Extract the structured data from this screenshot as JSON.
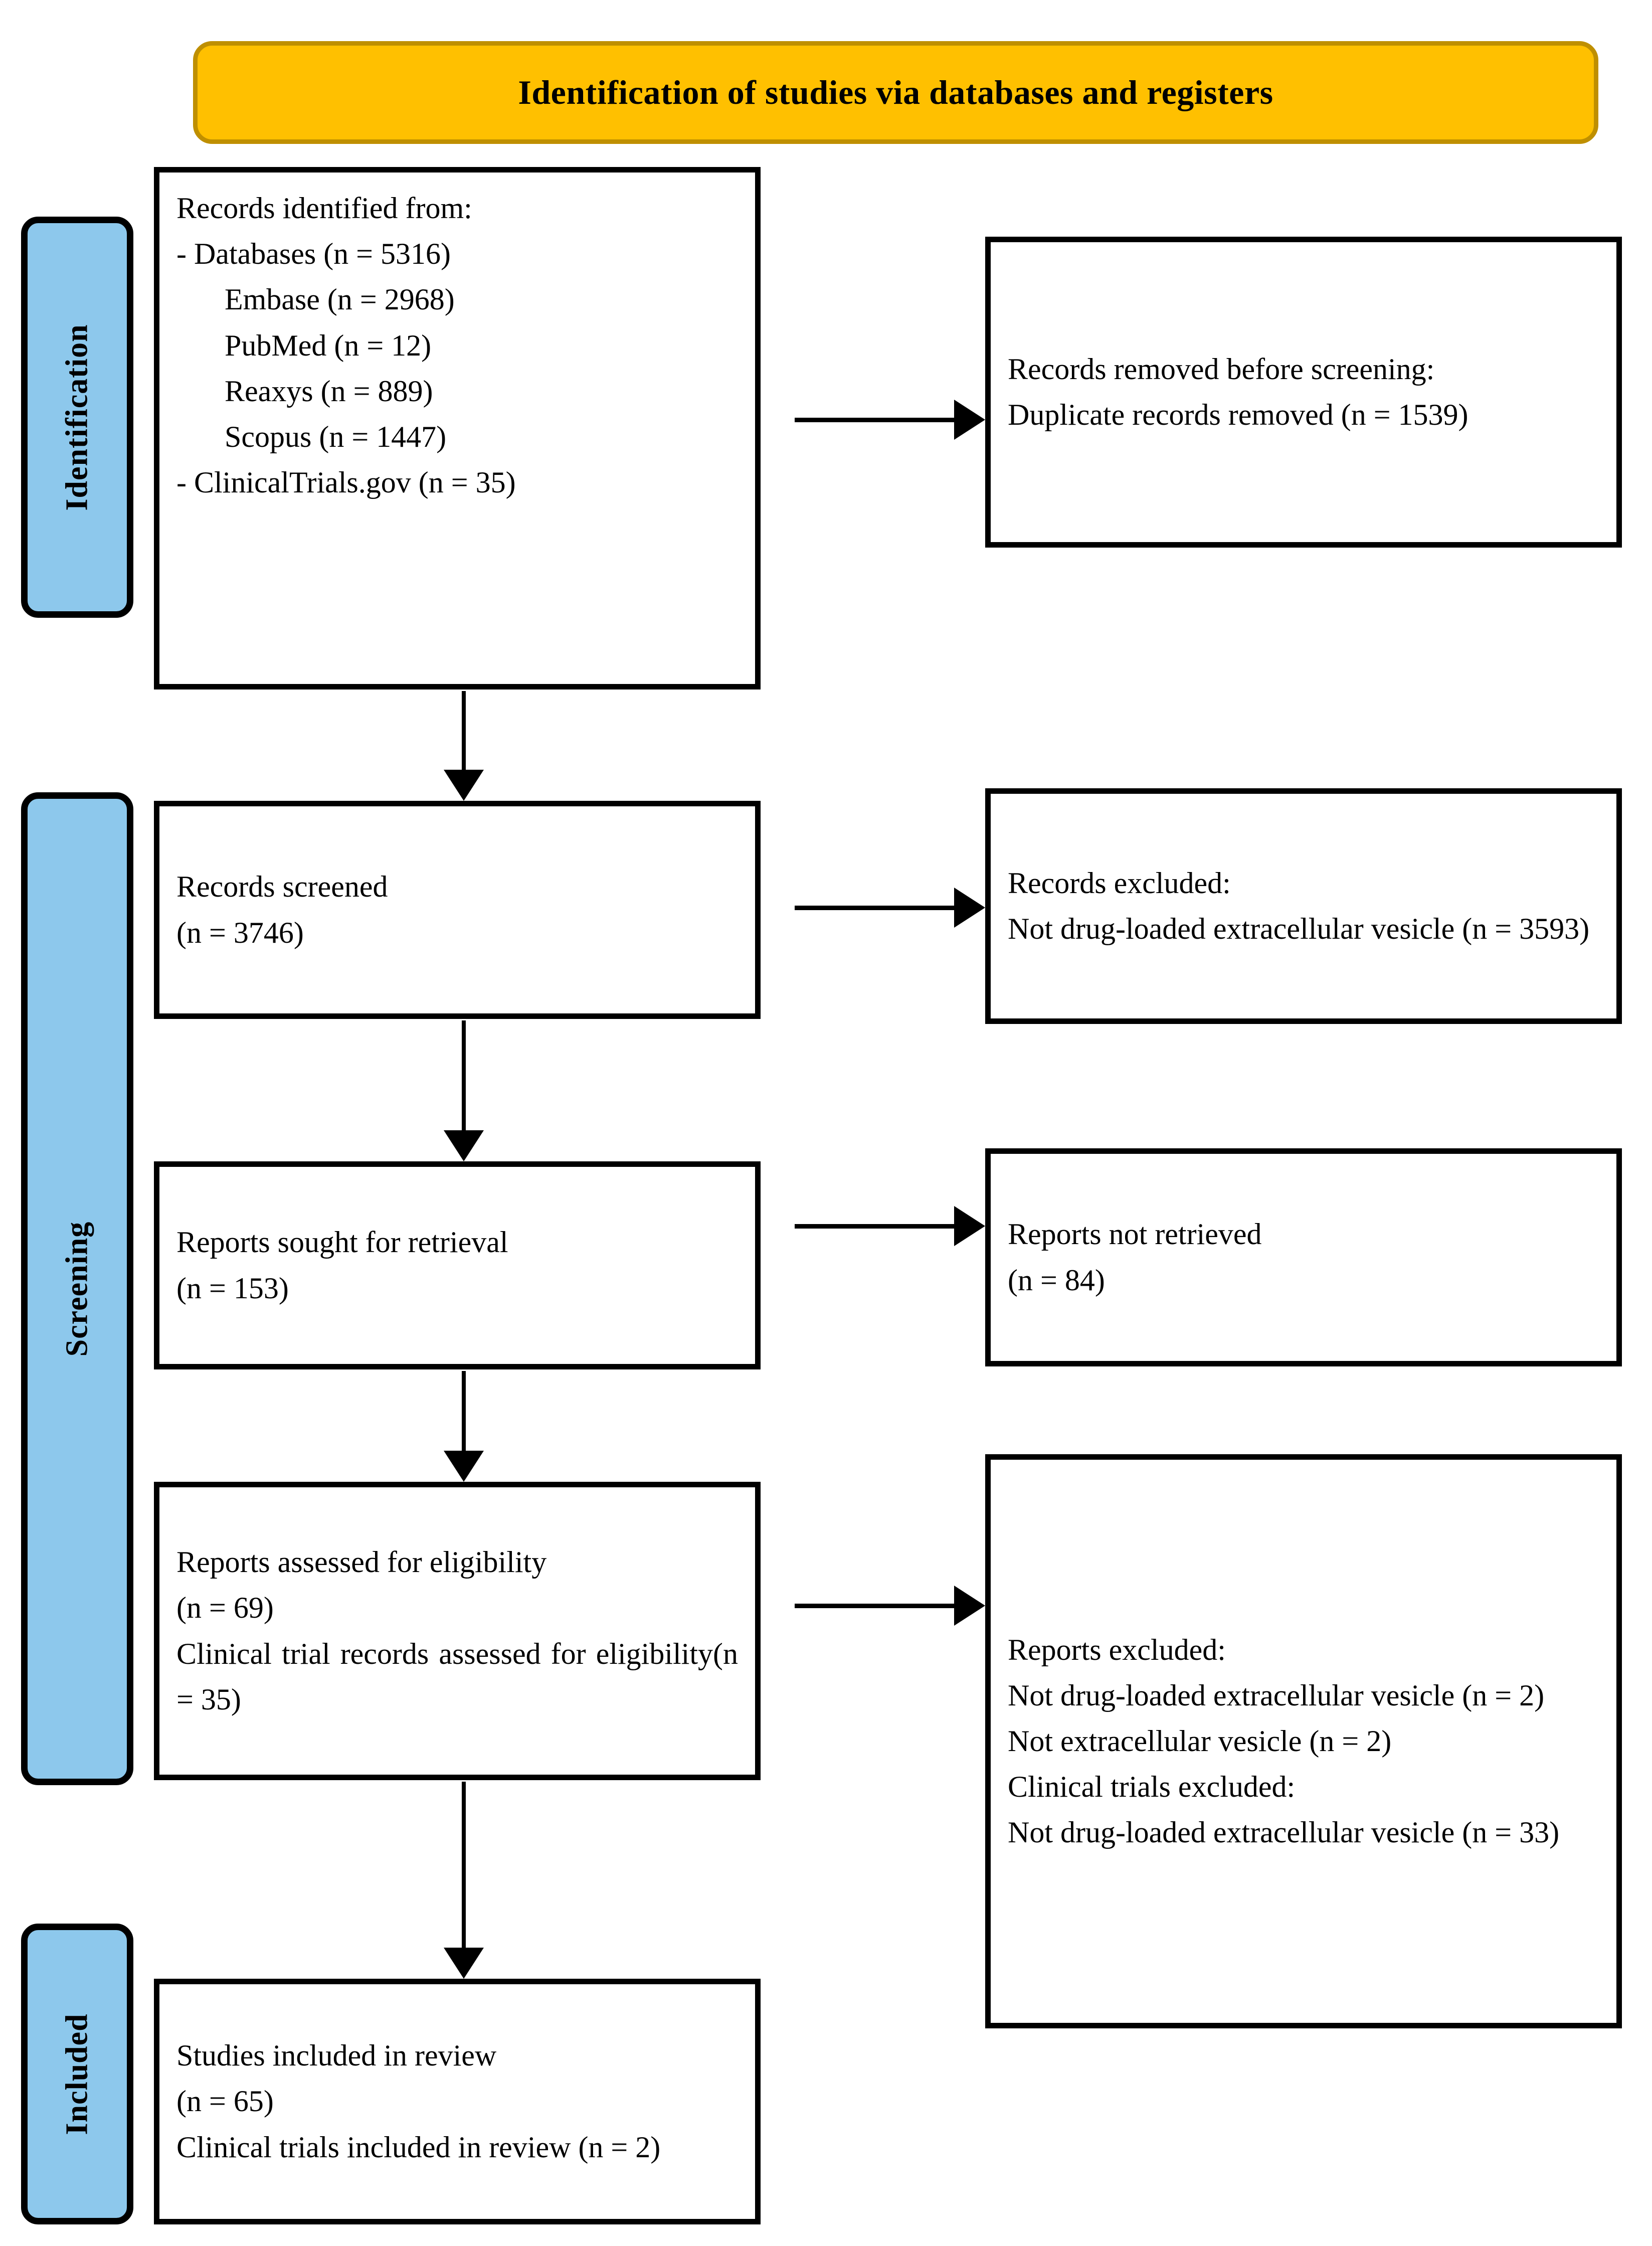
{
  "title": {
    "text": "Identification of studies via databases and registers",
    "fill_color": "#FFC000",
    "border_color": "#BF8F00"
  },
  "stages": {
    "fill_color": "#8DC8EC",
    "identification": "Identification",
    "screening": "Screening",
    "included": "Included"
  },
  "boxes": {
    "records_identified": {
      "heading": "Records identified from:",
      "line_databases": "- Databases (n = 5316)",
      "line_embase": "Embase (n = 2968)",
      "line_pubmed": "PubMed (n = 12)",
      "line_reaxys": "Reaxys (n = 889)",
      "line_scopus": "Scopus (n = 1447)",
      "line_clinicaltrials": "- ClinicalTrials.gov (n = 35)"
    },
    "records_removed": {
      "heading": "Records removed before screening:",
      "line_duplicates": "Duplicate records removed (n = 1539)"
    },
    "records_screened": {
      "heading": "Records screened",
      "count": "(n = 3746)"
    },
    "records_excluded": {
      "heading": "Records excluded:",
      "reason": "Not drug-loaded extracellular vesicle (n = 3593)"
    },
    "reports_sought": {
      "heading": "Reports sought for retrieval",
      "count": "(n = 153)"
    },
    "reports_not_retrieved": {
      "heading": "Reports not retrieved",
      "count": "(n = 84)"
    },
    "reports_assessed": {
      "heading": "Reports assessed for eligibility",
      "count": "(n = 69)",
      "clinical_line": "Clinical trial records assessed for eligibility(n = 35)"
    },
    "reports_excluded": {
      "heading": "Reports excluded:",
      "reason_1": "Not drug-loaded extracellular vesicle (n = 2)",
      "reason_2": "Not extracellular vesicle (n = 2)",
      "clinical_heading": "Clinical trials excluded:",
      "clinical_reason": "Not drug-loaded extracellular vesicle (n = 33)"
    },
    "studies_included": {
      "heading": "Studies included in review",
      "count": "(n = 65)",
      "clinical_line": "Clinical trials included in review (n = 2)"
    }
  },
  "chart_data": {
    "type": "diagram",
    "diagram_kind": "PRISMA 2020 flow diagram",
    "title": "Identification of studies via databases and registers",
    "stages": [
      "Identification",
      "Screening",
      "Included"
    ],
    "nodes": [
      {
        "id": "records_identified",
        "stage": "Identification",
        "column": "left",
        "counts": {
          "databases_total": 5316,
          "embase": 2968,
          "pubmed": 12,
          "reaxys": 889,
          "scopus": 1447,
          "clinicaltrials_gov": 35
        }
      },
      {
        "id": "records_removed",
        "stage": "Identification",
        "column": "right",
        "counts": {
          "duplicate_records_removed": 1539
        }
      },
      {
        "id": "records_screened",
        "stage": "Screening",
        "column": "left",
        "counts": {
          "n": 3746
        }
      },
      {
        "id": "records_excluded",
        "stage": "Screening",
        "column": "right",
        "counts": {
          "not_drug_loaded_extracellular_vesicle": 3593
        }
      },
      {
        "id": "reports_sought",
        "stage": "Screening",
        "column": "left",
        "counts": {
          "n": 153
        }
      },
      {
        "id": "reports_not_retrieved",
        "stage": "Screening",
        "column": "right",
        "counts": {
          "n": 84
        }
      },
      {
        "id": "reports_assessed",
        "stage": "Screening",
        "column": "left",
        "counts": {
          "reports": 69,
          "clinical_trial_records": 35
        }
      },
      {
        "id": "reports_excluded",
        "stage": "Screening",
        "column": "right",
        "counts": {
          "not_drug_loaded_extracellular_vesicle": 2,
          "not_extracellular_vesicle": 2,
          "clinical_trials_not_drug_loaded_ev": 33
        }
      },
      {
        "id": "studies_included",
        "stage": "Included",
        "column": "left",
        "counts": {
          "studies": 65,
          "clinical_trials": 2
        }
      }
    ],
    "edges": [
      {
        "from": "records_identified",
        "to": "records_removed",
        "direction": "right"
      },
      {
        "from": "records_identified",
        "to": "records_screened",
        "direction": "down"
      },
      {
        "from": "records_screened",
        "to": "records_excluded",
        "direction": "right"
      },
      {
        "from": "records_screened",
        "to": "reports_sought",
        "direction": "down"
      },
      {
        "from": "reports_sought",
        "to": "reports_not_retrieved",
        "direction": "right"
      },
      {
        "from": "reports_sought",
        "to": "reports_assessed",
        "direction": "down"
      },
      {
        "from": "reports_assessed",
        "to": "reports_excluded",
        "direction": "right"
      },
      {
        "from": "reports_assessed",
        "to": "studies_included",
        "direction": "down"
      }
    ]
  }
}
